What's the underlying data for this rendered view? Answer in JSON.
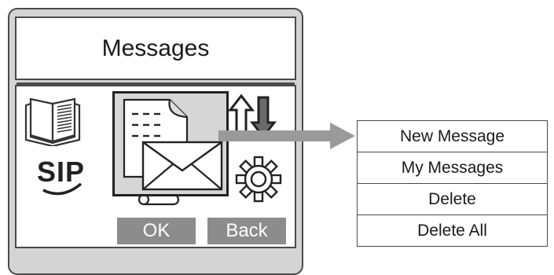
{
  "header": {
    "title": "Messages"
  },
  "softkeys": {
    "ok_label": "OK",
    "back_label": "Back"
  },
  "icons": [
    "phonebook-icon",
    "sip-icon",
    "messages-icon",
    "call-list-icon",
    "settings-icon"
  ],
  "menu": {
    "items": [
      {
        "label": "New Message"
      },
      {
        "label": "My Messages"
      },
      {
        "label": "Delete"
      },
      {
        "label": "Delete All"
      }
    ]
  },
  "icon_labels": {
    "sip": "SIP"
  }
}
